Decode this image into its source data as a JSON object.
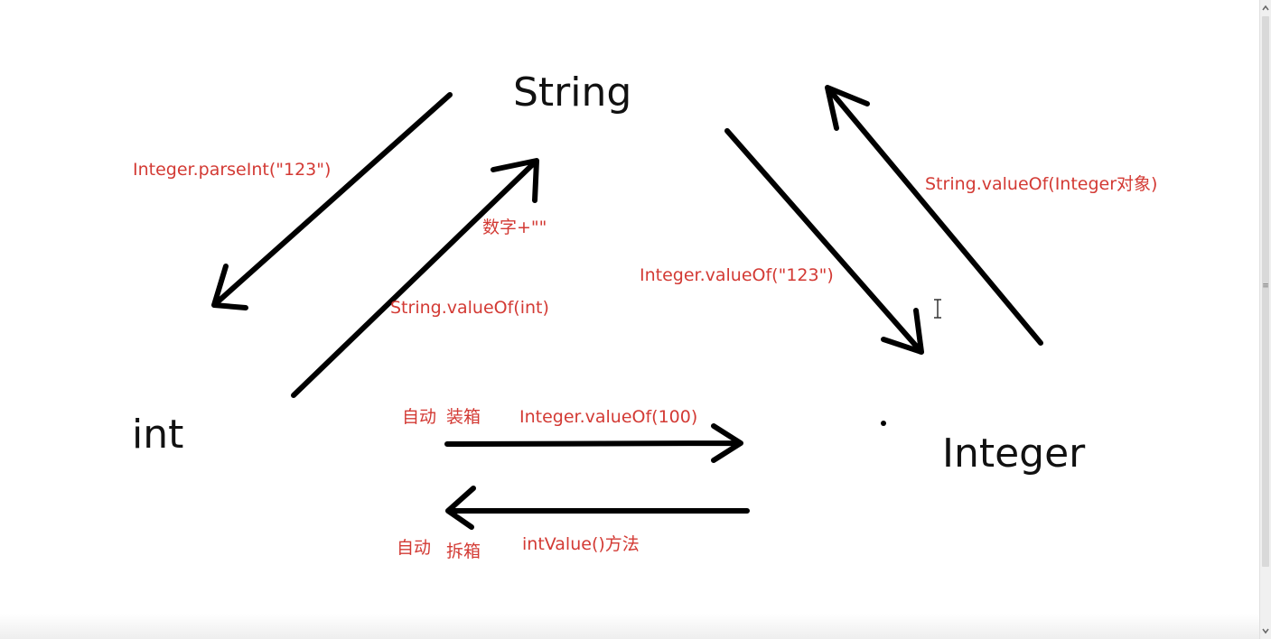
{
  "nodes": {
    "string": "String",
    "int": "int",
    "integer": "Integer"
  },
  "labels": {
    "parse_int": "Integer.parseInt(\"123\")",
    "number_plus_empty": "数字+\"\"",
    "string_value_of_int": "String.valueOf(int)",
    "integer_value_of_123": "Integer.valueOf(\"123\")",
    "string_value_of_integer": "String.valueOf(Integer对象)",
    "auto": "自动",
    "boxing": "装箱",
    "integer_value_of_100": "Integer.valueOf(100)",
    "auto_2": "自动",
    "unboxing": "拆箱",
    "int_value_method": "intValue()方法"
  },
  "icons": {
    "cursor": "text-cursor-icon",
    "scroll_up": "arrow-up-icon",
    "scroll_down": "arrow-down-icon"
  },
  "colors": {
    "label": "#d33a34",
    "node": "#111111",
    "arrow": "#000000"
  }
}
